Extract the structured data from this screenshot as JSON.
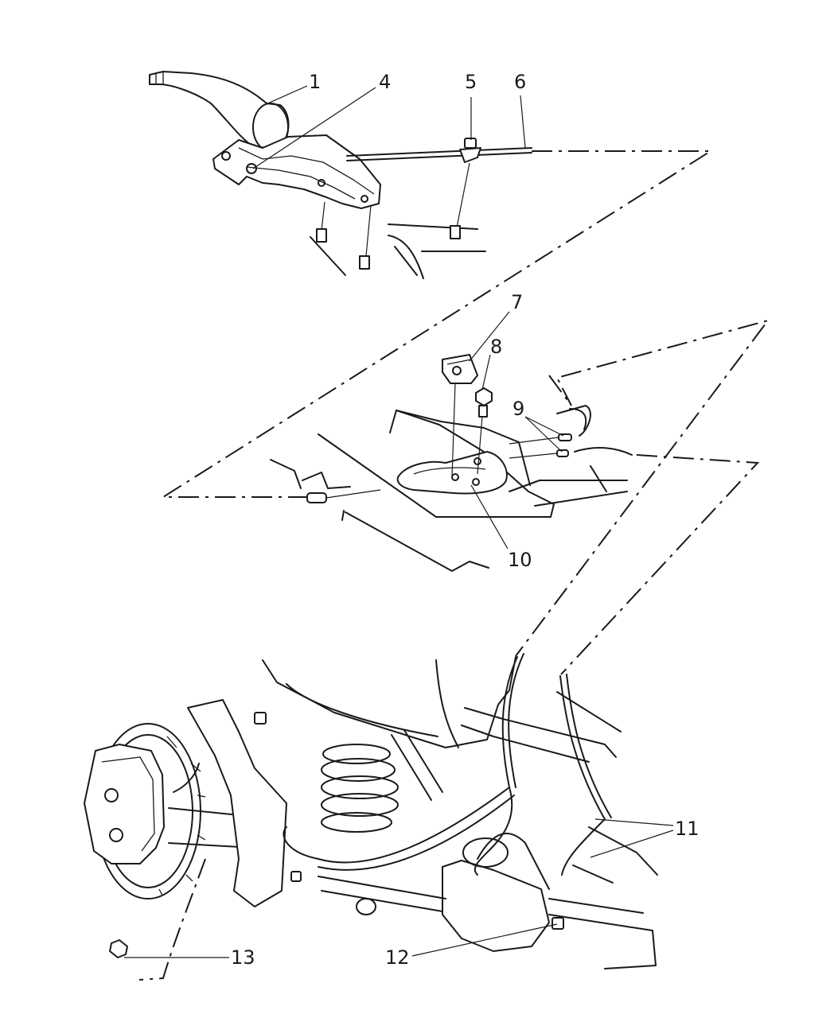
{
  "callouts": [
    {
      "id": "c1",
      "label": "1"
    },
    {
      "id": "c4",
      "label": "4"
    },
    {
      "id": "c5",
      "label": "5"
    },
    {
      "id": "c6",
      "label": "6"
    },
    {
      "id": "c7",
      "label": "7"
    },
    {
      "id": "c8",
      "label": "8"
    },
    {
      "id": "c9",
      "label": "9"
    },
    {
      "id": "c10",
      "label": "10"
    },
    {
      "id": "c11",
      "label": "11"
    },
    {
      "id": "c12",
      "label": "12"
    },
    {
      "id": "c13",
      "label": "13"
    }
  ]
}
